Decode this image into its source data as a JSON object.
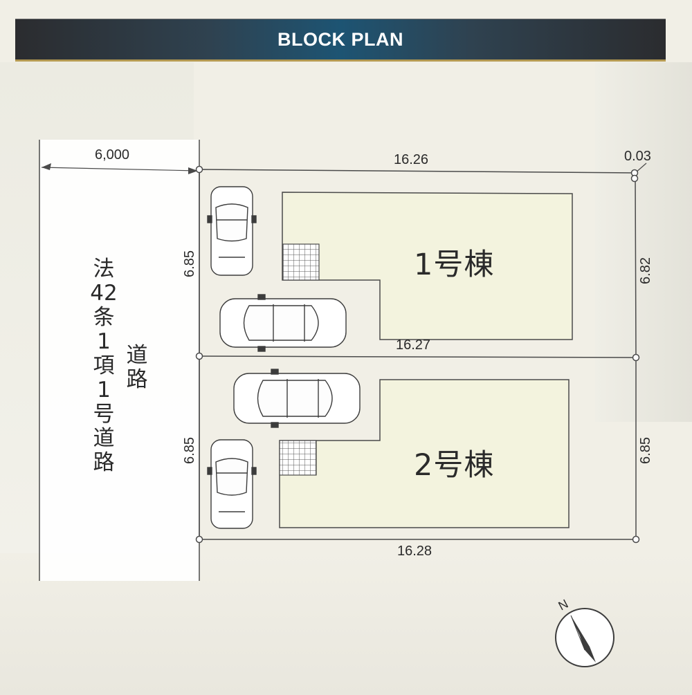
{
  "title": "BLOCK PLAN",
  "road": {
    "col1": [
      "法",
      "42",
      "条",
      "1",
      "項",
      "1",
      "号",
      "道",
      "路"
    ],
    "col2": [
      "道",
      "路"
    ],
    "width": "6,000"
  },
  "dimensions": {
    "top": "16.26",
    "corner": "0.03",
    "middle": "16.27",
    "bottom": "16.28",
    "lot1_left": "6.85",
    "lot1_right": "6.82",
    "lot2_left": "6.85",
    "lot2_right": "6.85"
  },
  "buildings": {
    "b1": "1号棟",
    "b2": "2号棟"
  },
  "compass": {
    "north_label": "N"
  },
  "colors": {
    "building_fill": "#f3f3de",
    "line": "#4a4a4a",
    "title_gold": "#b59a52"
  }
}
